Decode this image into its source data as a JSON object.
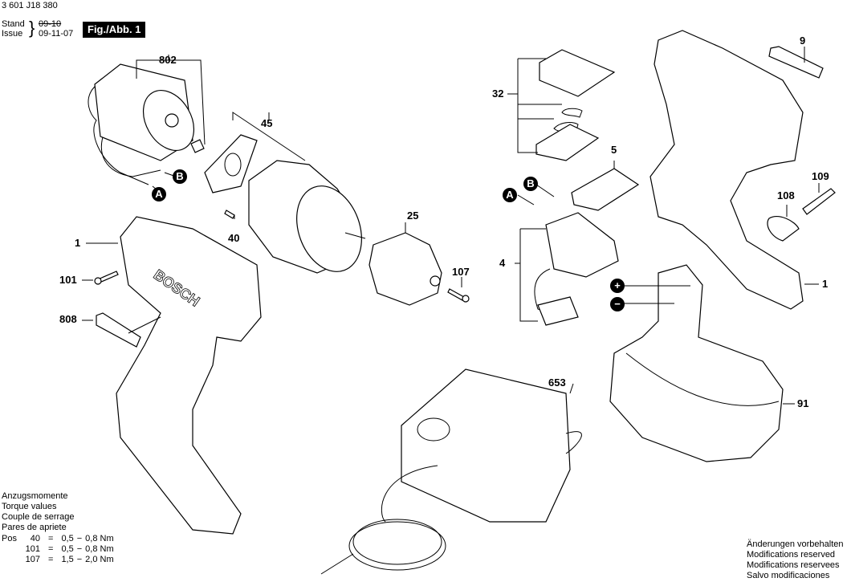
{
  "header": {
    "doc_number": "3 601 J18 380",
    "stand_label": "Stand",
    "issue_label": "Issue",
    "old_date": "09-10",
    "new_date": "09-11-07",
    "figure_label": "Fig./Abb. 1"
  },
  "callouts": {
    "motor": "802",
    "gearbox": "45",
    "screw_40": "40",
    "housing_left": "1",
    "screw_101": "101",
    "nameplate": "808",
    "chuck": "25",
    "screw_107": "107",
    "switch_cover_set": "32",
    "direction_slider": "5",
    "switch": "4",
    "label_9": "9",
    "bit": "109",
    "bit_holder": "108",
    "housing_right": "1",
    "battery": "91",
    "charger": "653"
  },
  "connector_marks": {
    "a": "A",
    "b": "B",
    "plus": "+",
    "minus": "−"
  },
  "brand_text": "BOSCH",
  "torque": {
    "titles": [
      "Anzugsmomente",
      "Torque values",
      "Couple de serrage",
      "Pares de apriete"
    ],
    "pos_label": "Pos",
    "rows": [
      {
        "pos": "40",
        "eq": "=",
        "min": "0,5",
        "dash": "−",
        "max": "0,8 Nm"
      },
      {
        "pos": "101",
        "eq": "=",
        "min": "0,5",
        "dash": "−",
        "max": "0,8 Nm"
      },
      {
        "pos": "107",
        "eq": "=",
        "min": "1,5",
        "dash": "−",
        "max": "2,0 Nm"
      }
    ]
  },
  "footer": {
    "lines": [
      "Änderungen vorbehalten",
      "Modifications reserved",
      "Modifications reservees",
      "Salvo modificaciones"
    ]
  }
}
